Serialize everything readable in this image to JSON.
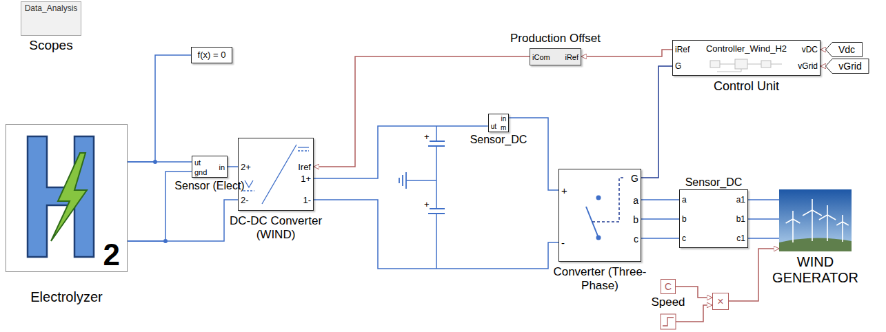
{
  "diagram": {
    "nodes": [
      {
        "text": [
          "Data_Analysis",
          "Scopes"
        ]
      },
      {
        "text": [
          "f(x) = 0"
        ]
      },
      {
        "text": [
          "2",
          "Electrolyzer"
        ]
      },
      {
        "text": [
          "ut",
          "gnd",
          "in",
          "Sensor (Elect)"
        ]
      },
      {
        "text": [
          "2+",
          "2-",
          "Iref",
          "1+",
          "1-",
          "DC-DC Converter (WIND)"
        ]
      },
      {
        "text": [
          "Production Offset",
          "iCom",
          "iRef"
        ]
      },
      {
        "text": [
          "ut",
          "in",
          "m",
          "Sensor_DC"
        ]
      },
      {
        "text": [
          "+",
          "-",
          "G",
          "a",
          "b",
          "c",
          "Converter (Three-Phase)"
        ]
      },
      {
        "text": [
          "iRef",
          "G",
          "Controller_Wind_H2",
          "vDC",
          "vGrid",
          "Control Unit"
        ]
      },
      {
        "text": [
          "Vdc"
        ]
      },
      {
        "text": [
          "vGrid"
        ]
      },
      {
        "text": [
          "Sensor_DC",
          "a",
          "b",
          "c",
          "a1",
          "b1",
          "c1"
        ]
      },
      {
        "text": [
          "WIND GENERATOR"
        ]
      },
      {
        "text": [
          "C",
          "Speed"
        ]
      },
      {
        "text": [
          "×"
        ]
      }
    ],
    "edges": [
      {
        "from": 2,
        "to": 1,
        "arrow": "none"
      },
      {
        "from": 2,
        "to": 3,
        "arrow": "none"
      },
      {
        "from": 2,
        "to": 3,
        "arrow": "none"
      },
      {
        "from": 3,
        "to": 4,
        "arrow": "none"
      },
      {
        "from": 2,
        "to": 4,
        "arrow": "none"
      },
      {
        "from": 4,
        "to": 6,
        "arrow": "none"
      },
      {
        "from": 4,
        "to": 7,
        "arrow": "none"
      },
      {
        "from": 6,
        "to": 7,
        "arrow": "none"
      },
      {
        "from": 8,
        "to": 5,
        "arrow": "to"
      },
      {
        "from": 5,
        "to": 4,
        "arrow": "to"
      },
      {
        "from": 7,
        "to": 8,
        "arrow": "none"
      },
      {
        "from": 9,
        "to": 8,
        "arrow": "to"
      },
      {
        "from": 10,
        "to": 8,
        "arrow": "to"
      },
      {
        "from": 7,
        "to": 11,
        "arrow": "none"
      },
      {
        "from": 7,
        "to": 11,
        "arrow": "none"
      },
      {
        "from": 7,
        "to": 11,
        "arrow": "none"
      },
      {
        "from": 11,
        "to": 12,
        "arrow": "none"
      },
      {
        "from": 11,
        "to": 12,
        "arrow": "none"
      },
      {
        "from": 11,
        "to": 12,
        "arrow": "none"
      },
      {
        "from": 13,
        "to": 14,
        "arrow": "to"
      },
      {
        "from": 14,
        "to": 12,
        "arrow": "to"
      }
    ],
    "labels": [
      "+",
      "+"
    ]
  }
}
